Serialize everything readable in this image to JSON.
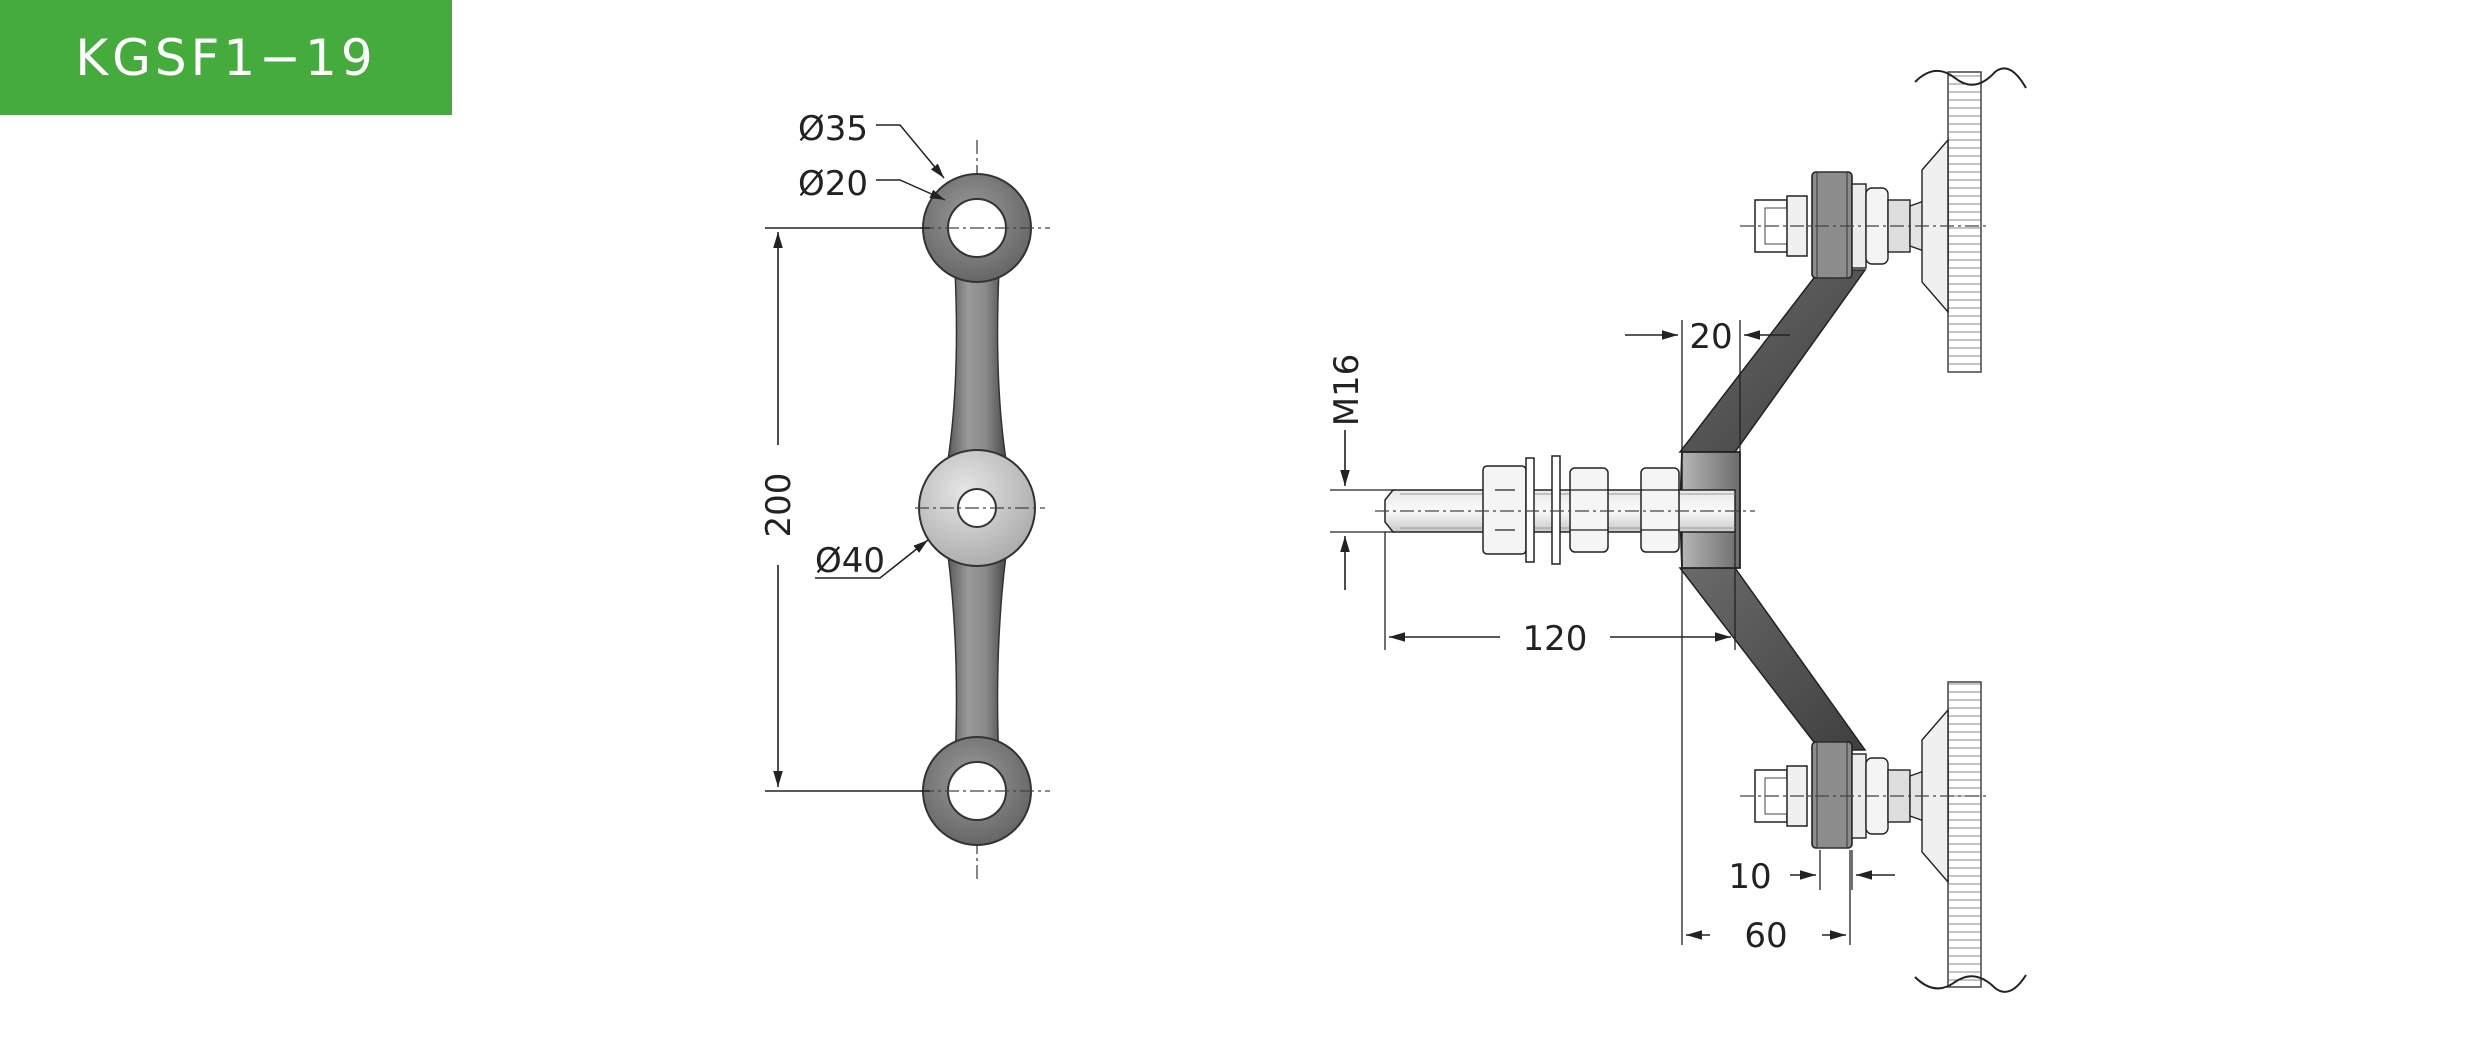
{
  "badge": {
    "model": "KGSF1−19"
  },
  "front_view": {
    "dia_outer_ring": "Ø35",
    "dia_inner_hole": "Ø20",
    "dia_center": "Ø40",
    "center_distance": "200"
  },
  "side_view": {
    "thread": "M16",
    "bolt_length": "120",
    "hub_depth": "20",
    "arm_offset": "60",
    "fitting_thickness": "10"
  },
  "colors": {
    "badge": "#45ab3c",
    "metal": "#7d7d7d",
    "line": "#222222"
  }
}
